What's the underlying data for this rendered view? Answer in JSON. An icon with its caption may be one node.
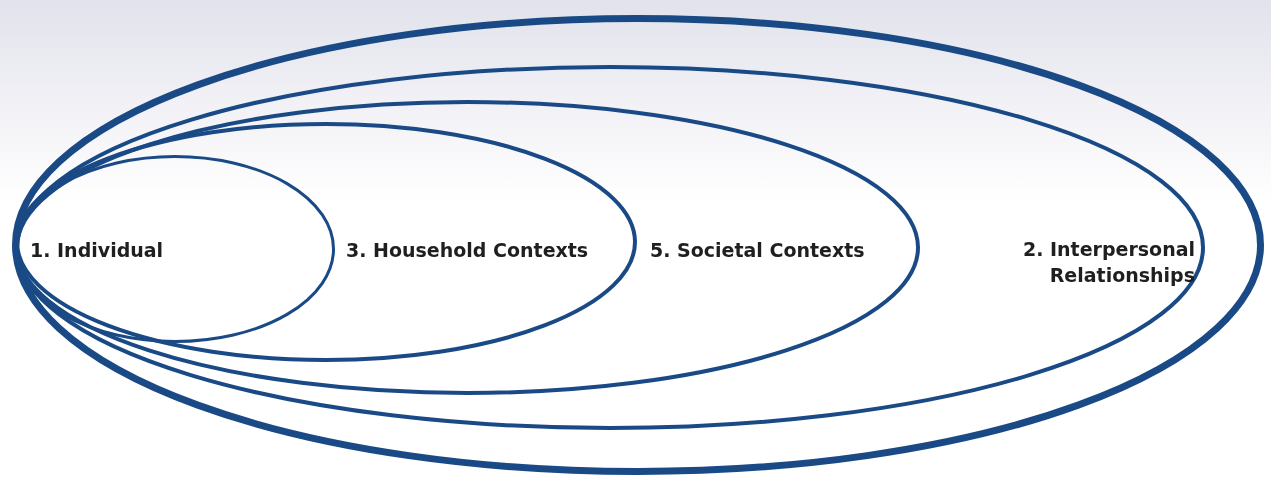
{
  "diagram": {
    "nodes": [
      {
        "text": [],
        "shape": "ellipse"
      },
      {
        "text": [
          "2. Interpersonal Relationships"
        ],
        "in": 0
      },
      {
        "text": [
          "5. Societal Contexts"
        ],
        "in": 1
      },
      {
        "text": [
          "3. Household Contexts"
        ],
        "in": 2
      },
      {
        "text": [
          "1. Individual"
        ],
        "in": 3
      }
    ]
  }
}
